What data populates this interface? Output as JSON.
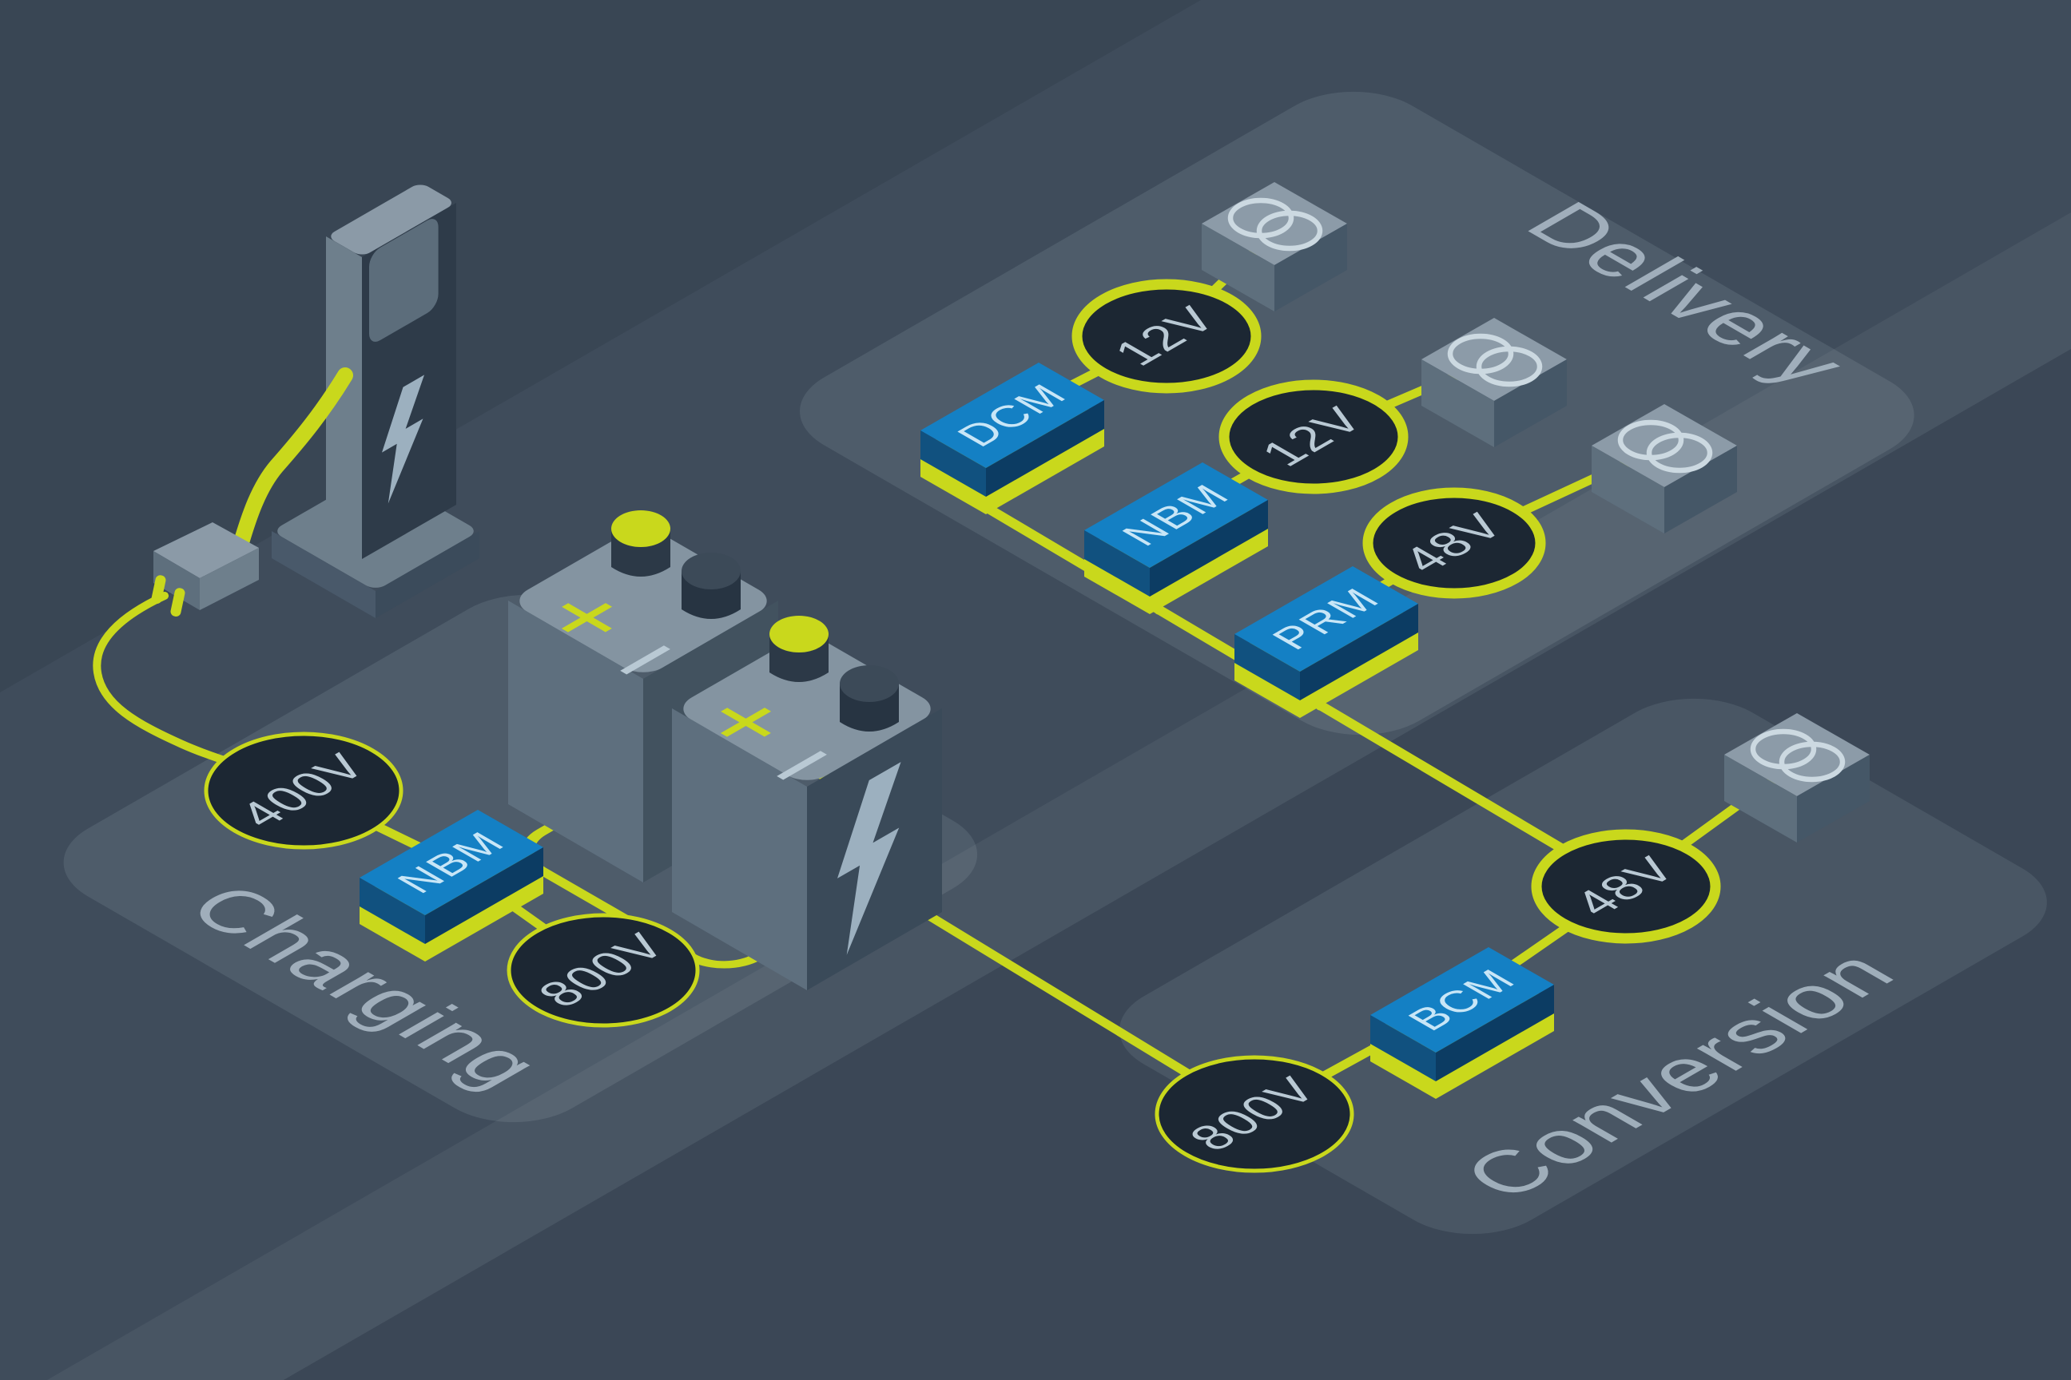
{
  "panels": {
    "charging": {
      "label": "Charging"
    },
    "delivery": {
      "label": "Delivery"
    },
    "conversion": {
      "label": "Conversion"
    }
  },
  "nodes": {
    "charging_400v": {
      "label": "400V"
    },
    "charging_800v": {
      "label": "800V"
    },
    "delivery_12v_a": {
      "label": "12V"
    },
    "delivery_12v_b": {
      "label": "12V"
    },
    "delivery_48v": {
      "label": "48V"
    },
    "conversion_800v": {
      "label": "800V"
    },
    "conversion_48v": {
      "label": "48V"
    }
  },
  "modules": {
    "charging_nbm": {
      "label": "NBM"
    },
    "delivery_dcm": {
      "label": "DCM"
    },
    "delivery_nbm": {
      "label": "NBM"
    },
    "delivery_prm": {
      "label": "PRM"
    },
    "conversion_bcm": {
      "label": "BCM"
    }
  },
  "battery": {
    "positive": "+",
    "negative": "−"
  },
  "icons": {
    "lightning_bolt": "lightning-bolt",
    "load_rings": "overlapping-rings",
    "charging_station": "ev-charging-pillar",
    "plug": "two-prong-plug"
  },
  "colors": {
    "background": "#3f4c5b",
    "panel": "#4e5c6a",
    "accent_yellow": "#c9d81c",
    "module_blue": "#1480c4",
    "node_fill": "#1c2733",
    "node_text": "#b9c9d4"
  }
}
